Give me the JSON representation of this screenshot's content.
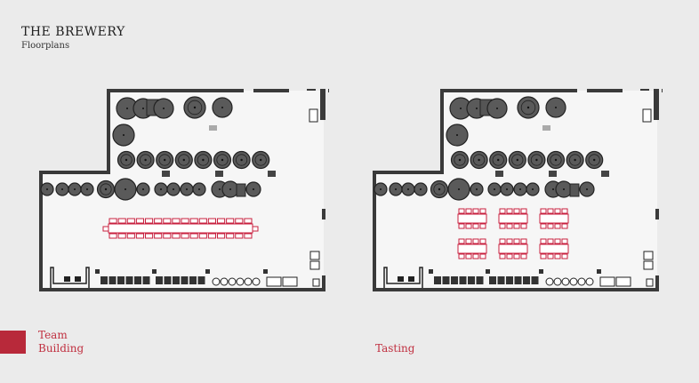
{
  "header": {
    "title": "THE BREWERY",
    "subtitle": "Floorplans"
  },
  "colors": {
    "accent": "#b8293a",
    "label": "#c03040",
    "wall": "#3a3a3a",
    "tank": "#5a5a5a",
    "furniture": "#c8203f"
  },
  "layouts": [
    {
      "label_line1": "Team",
      "label_line2": "Building",
      "selected": true,
      "arrangement": "banquet"
    },
    {
      "label_line1": "",
      "label_line2": "Tasting",
      "selected": false,
      "arrangement": "clusters"
    }
  ]
}
